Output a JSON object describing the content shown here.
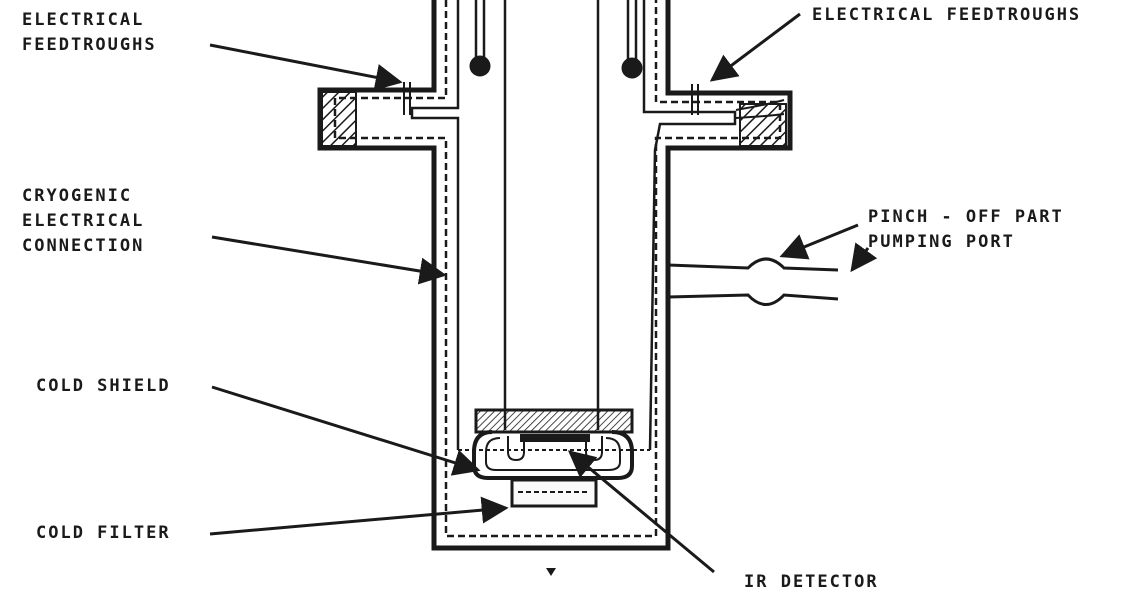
{
  "diagram": {
    "labels": {
      "feedthroughs_left": [
        "ELECTRICAL",
        "FEEDTROUGHS"
      ],
      "feedthroughs_right": "ELECTRICAL FEEDTROUGHS",
      "cryogenic_connection": [
        "CRYOGENIC",
        "ELECTRICAL",
        "CONNECTION"
      ],
      "pinch_off": [
        "PINCH - OFF PART",
        "PUMPING PORT"
      ],
      "cold_shield": "COLD SHIELD",
      "cold_filter": "COLD FILTER",
      "ir_detector": "IR DETECTOR"
    },
    "colors": {
      "ink": "#1a1a1a",
      "background": "#ffffff"
    }
  }
}
